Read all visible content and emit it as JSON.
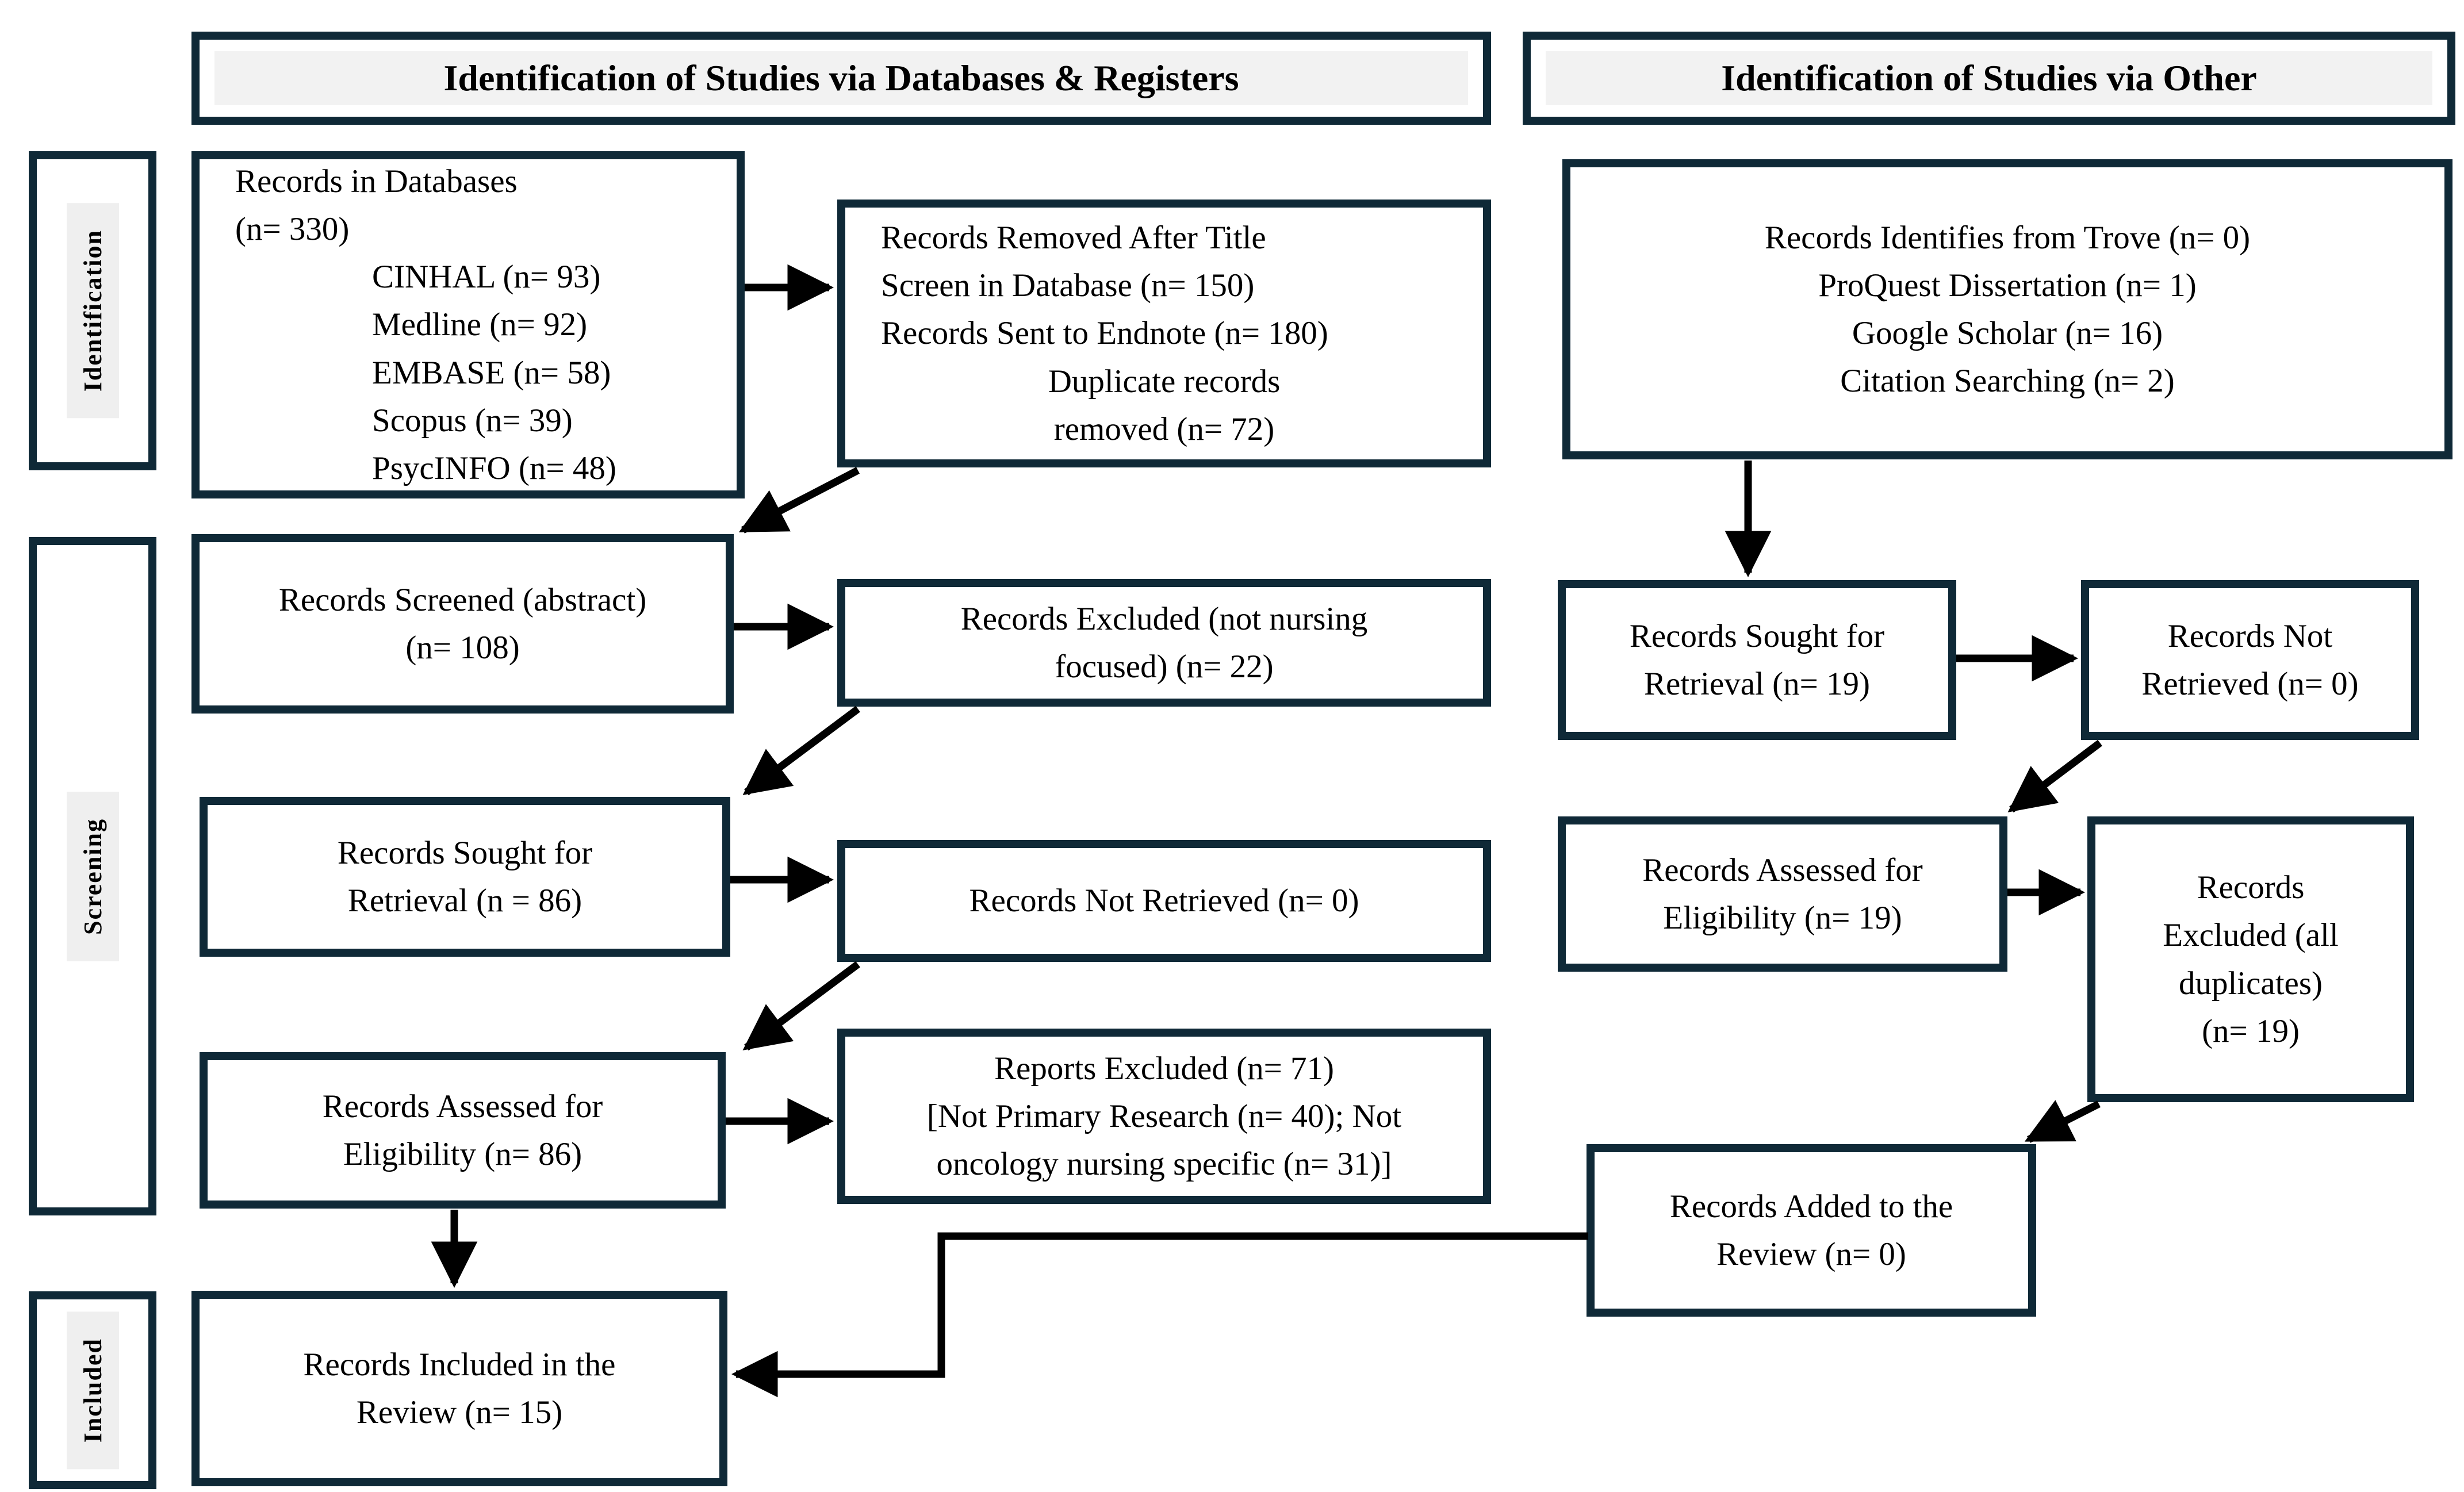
{
  "headers": {
    "left": "Identification of Studies via Databases & Registers",
    "right": "Identification of Studies via Other"
  },
  "sidebar": {
    "identification": "Identification",
    "screening": "Screening",
    "included": "Included"
  },
  "boxes": {
    "records_in_databases": {
      "lines": [
        "Records in Databases",
        "(n= 330)",
        "CINHAL (n= 93)",
        "Medline (n= 92)",
        "EMBASE (n= 58)",
        "Scopus (n= 39)",
        "PsycINFO (n= 48)"
      ]
    },
    "records_removed": {
      "lines": [
        "Records Removed After Title",
        "Screen in Database (n= 150)",
        "Records Sent to Endnote (n= 180)",
        "Duplicate records",
        "removed (n= 72)"
      ]
    },
    "records_identified_other": {
      "lines": [
        "Records Identifies from Trove (n= 0)",
        "ProQuest Dissertation (n= 1)",
        "Google Scholar (n= 16)",
        "Citation Searching (n= 2)"
      ]
    },
    "records_screened": {
      "lines": [
        "Records Screened (abstract)",
        "(n= 108)"
      ]
    },
    "records_excluded_not_nursing": {
      "lines": [
        "Records Excluded (not nursing",
        "focused) (n= 22)"
      ]
    },
    "records_sought_other": {
      "lines": [
        "Records Sought for",
        "Retrieval (n= 19)"
      ]
    },
    "records_not_retrieved_other": {
      "lines": [
        "Records Not",
        "Retrieved (n= 0)"
      ]
    },
    "records_sought": {
      "lines": [
        "Records Sought for",
        "Retrieval (n = 86)"
      ]
    },
    "records_not_retrieved": {
      "lines": [
        "Records Not Retrieved (n= 0)"
      ]
    },
    "records_assessed_other": {
      "lines": [
        "Records Assessed for",
        "Eligibility (n= 19)"
      ]
    },
    "records_excluded_duplicates": {
      "lines": [
        "Records",
        "Excluded (all",
        "duplicates)",
        "(n= 19)"
      ]
    },
    "records_assessed": {
      "lines": [
        "Records Assessed for",
        "Eligibility (n= 86)"
      ]
    },
    "reports_excluded": {
      "lines": [
        "Reports Excluded (n= 71)",
        "[Not Primary Research (n= 40); Not",
        "oncology nursing specific (n= 31)]"
      ]
    },
    "records_added": {
      "lines": [
        "Records Added to the",
        "Review (n= 0)"
      ]
    },
    "records_included": {
      "lines": [
        "Records Included in the",
        "Review (n= 15)"
      ]
    }
  },
  "colors": {
    "box_border": "#0f2937",
    "connector": "#000000",
    "label_background": "#f2f2f2"
  }
}
